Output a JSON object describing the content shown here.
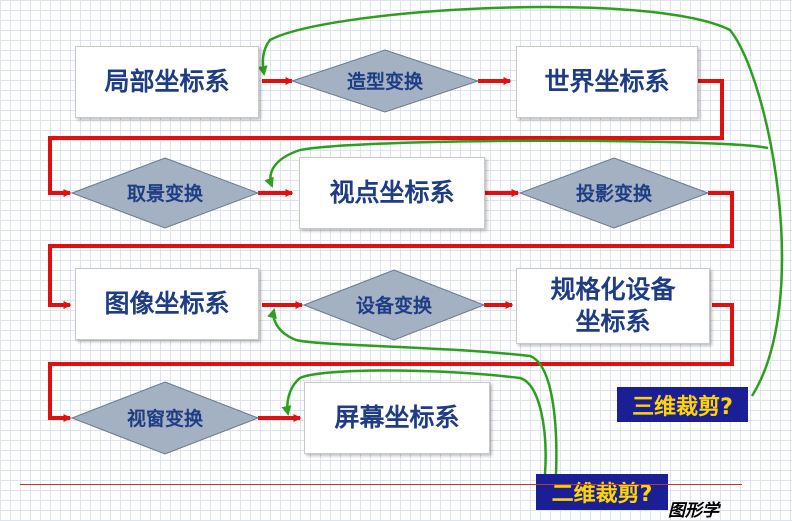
{
  "boxes": {
    "local": "局部坐标系",
    "world": "世界坐标系",
    "view": "视点坐标系",
    "image": "图像坐标系",
    "norm_device": "规格化设备\n坐标系",
    "screen": "屏幕坐标系"
  },
  "transforms": {
    "modeling": "造型变换",
    "viewing": "取景变换",
    "projection": "投影变换",
    "device": "设备变换",
    "window": "视窗变换"
  },
  "questions": {
    "clip_3d": "三维裁剪?",
    "clip_2d": "二维裁剪?"
  },
  "footer": {
    "label": "图形学"
  },
  "colors": {
    "flow_red": "#e01010",
    "loop_green": "#2e9e1e",
    "diamond_fill": "#a3b1c2",
    "text_navy": "#1f3d85",
    "badge_bg": "#1a1f96",
    "badge_text": "#ffd400"
  }
}
